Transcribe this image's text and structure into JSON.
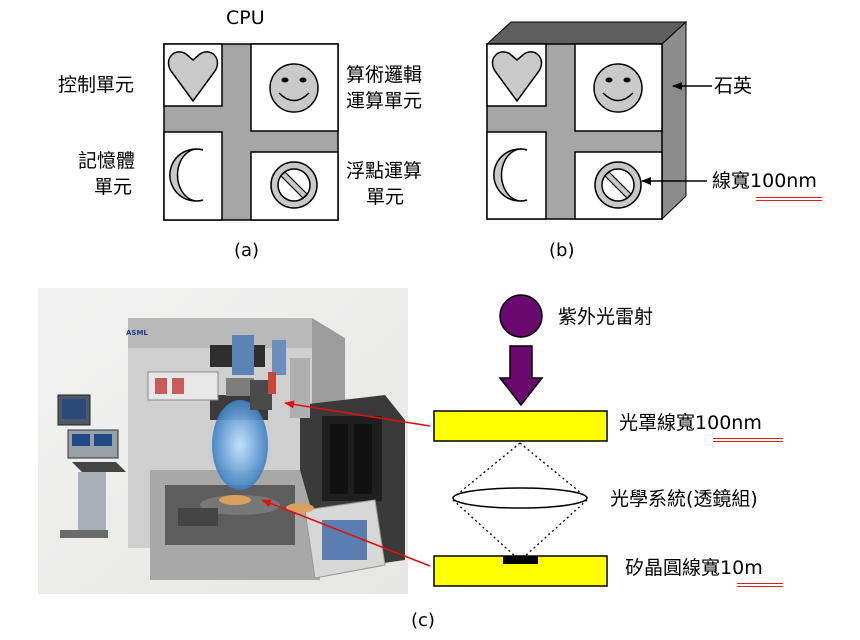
{
  "panel_a": {
    "title": "CPU",
    "label_control": "控制單元",
    "label_alu_line1": "算術邏輯",
    "label_alu_line2": "運算單元",
    "label_memory_line1": "記憶體",
    "label_memory_line2": "單元",
    "label_fpu_line1": "浮點運算",
    "label_fpu_line2": "單元",
    "caption": "(a)"
  },
  "panel_b": {
    "label_quartz": "石英",
    "label_linewidth_prefix": "線寬",
    "label_linewidth_value": "100nm",
    "caption": "(b)"
  },
  "panel_c": {
    "machine_brand": "ASML",
    "label_laser": "紫外光雷射",
    "label_mask_prefix": "光罩線寬",
    "label_mask_value": "100nm",
    "label_optics": "光學系統(透鏡組)",
    "label_wafer_prefix": "矽晶圓線寬",
    "label_wafer_value": "10m",
    "caption": "(c)"
  },
  "colors": {
    "chip_gray": "#a6a6a6",
    "chip_side": "#8c8c8c",
    "chip_top": "#5e5e5e",
    "icon_fill": "#c9c9c9",
    "laser_purple": "#6a0a6e",
    "mask_yellow": "#ffff00",
    "underline_red": "#e02020",
    "pointer_red": "#e01010"
  },
  "icons": [
    "heart-icon",
    "smiley-icon",
    "crescent-moon-icon",
    "no-symbol-icon"
  ]
}
